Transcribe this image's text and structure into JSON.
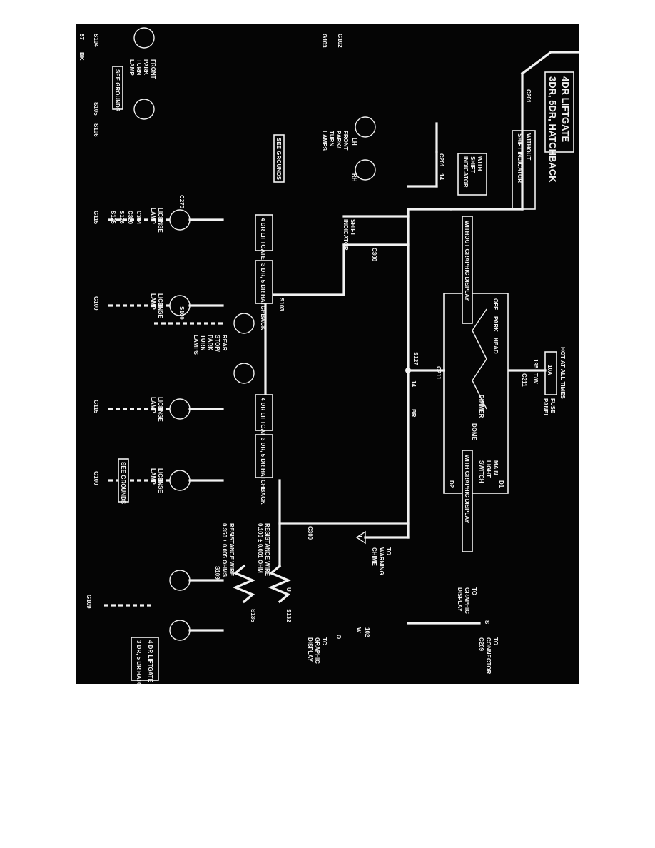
{
  "title": {
    "line1": "4DR LIFTGATE",
    "line2": "3DR, 5DR, HATCHBACK"
  },
  "fuse": {
    "header": "HOT AT ALL TIMES",
    "rating": "10A",
    "label1": "FUSE",
    "label2": "PANEL",
    "circuit": "195",
    "wire": "T/W",
    "connector": "C211"
  },
  "switch": {
    "label1": "MAIN",
    "label2": "LIGHT",
    "label3": "SWITCH",
    "pos_off": "OFF",
    "pos_park": "PARK",
    "pos_head": "HEAD",
    "pos_dimmer": "DIMMER",
    "pos_dome": "DOME",
    "d1": "D1",
    "d2": "D2"
  },
  "sections": {
    "without_shift": [
      "WITHOUT",
      "SHIFT INDICATOR"
    ],
    "with_shift": [
      "WITH",
      "SHIFT",
      "INDICATOR"
    ],
    "without_graphic": "WITHOUT GRAPHIC DISPLAY",
    "with_graphic": "WITH GRAPHIC DISPLAY"
  },
  "wire": {
    "gauge14": "14",
    "gauge57": "57",
    "gauge102": "102",
    "br": "BR",
    "bk": "BK",
    "w": "W"
  },
  "connectors": {
    "c201": "C201",
    "c270": "C270",
    "c300": "C300",
    "c304": "C304",
    "c320": "C320",
    "c211": "C211"
  },
  "splices": {
    "s104": "S104",
    "s105": "S105",
    "s106": "S106",
    "s103": "S103",
    "s100": "S100",
    "s126": "S126",
    "s125": "S125",
    "s127": "S127",
    "s132": "S132",
    "s135": "S135",
    "s109": "S109"
  },
  "grounds": {
    "g102": "G102",
    "g103": "G103",
    "g100": "G100",
    "g115": "G115",
    "g109": "G109",
    "see": "SEE GROUNDS"
  },
  "lamps": {
    "front_lh": [
      "FRONT",
      "PARK",
      "TURN",
      "LAMP"
    ],
    "front_rh": "RH",
    "lh": "LH",
    "front_park_turn": [
      "FRONT",
      "PARK/",
      "TURN",
      "LAMPS"
    ],
    "rear_lamps": [
      "REAR",
      "STOP/",
      "PARK",
      "TURN",
      "LAMPS"
    ],
    "license": [
      "LICENSE",
      "LAMP"
    ]
  },
  "variants": {
    "liftgate": "4 DR LIFTGATE",
    "hatch": "3 DR, 5 DR HATCHBACK"
  },
  "shift_indicator": [
    "SHIFT",
    "INDICATOR"
  ],
  "resistance": {
    "r1_label": "RESISTANCE WIRE",
    "r1_value": "0.100 ± 0.001 OHM",
    "r2_label": "RESISTANCE WIRE",
    "r2_value": "0.350 ± 0.005 OHMS"
  },
  "destinations": {
    "warning": [
      "TO",
      "WARNING",
      "CHIME"
    ],
    "graphic": [
      "TO",
      "GRAPHIC",
      "DISPLAY"
    ],
    "connector": [
      "TO",
      "CONNECTOR",
      "C209"
    ],
    "tc_graphic": [
      "TC",
      "GRAPHIC",
      "DISPLAY"
    ],
    "letter_t": "T",
    "letter_s": "S",
    "letter_u": "U",
    "letter_o": "O"
  }
}
